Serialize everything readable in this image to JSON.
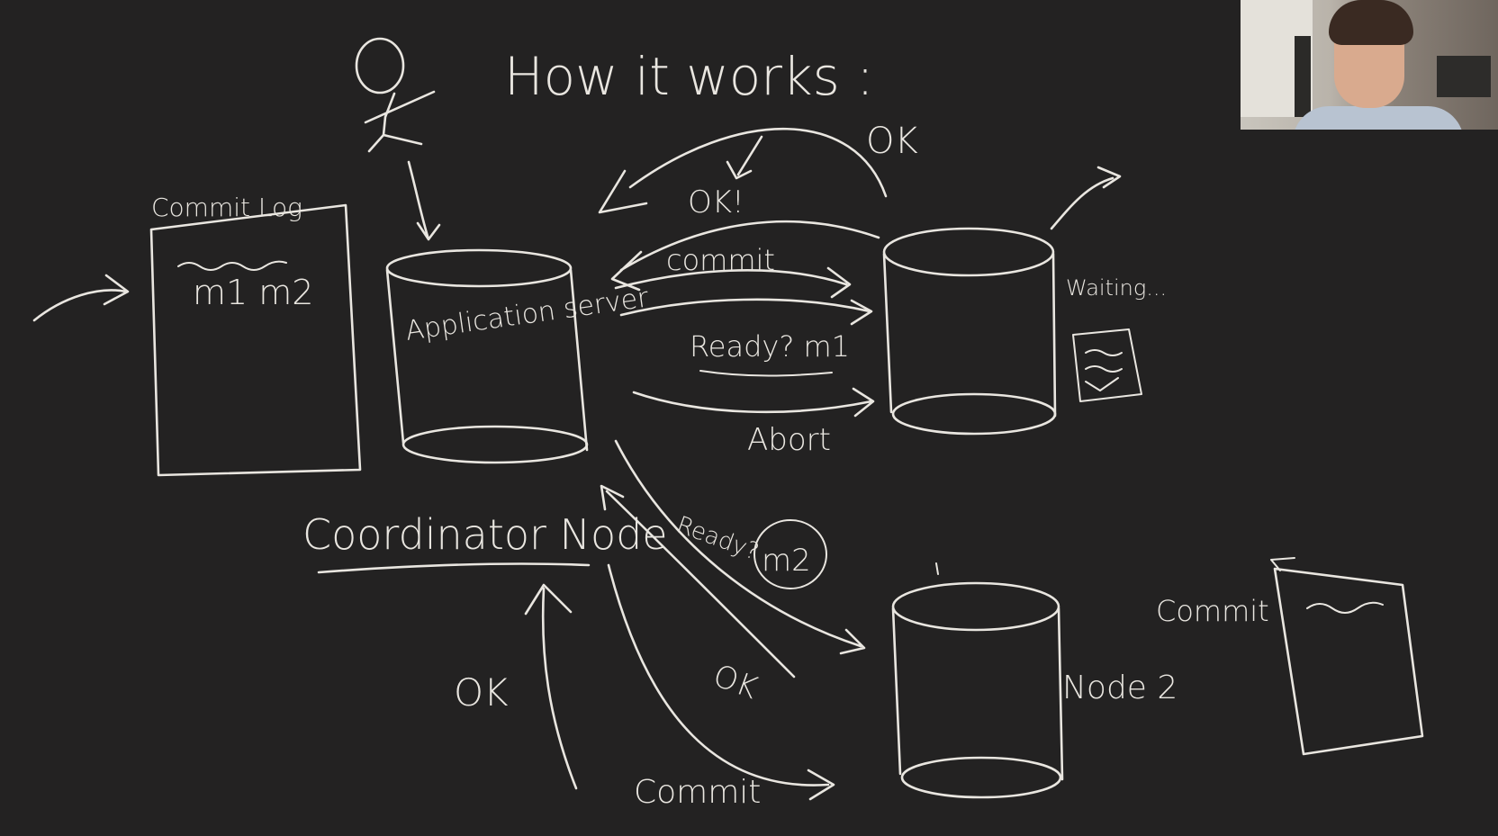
{
  "title": "How it works :",
  "labels": {
    "commit_log": "Commit Log",
    "commit_log_content": "m1 m2",
    "app_server": "Application server",
    "coordinator": "Coordinator Node",
    "msg_ok_top": "OK",
    "msg_ok_mid": "OK!",
    "msg_commit": "commit",
    "msg_ready_m1": "Ready? m1",
    "msg_abort": "Abort",
    "waiting": "Waiting...",
    "msg_ready_m2": "Ready?",
    "m2": "m2",
    "msg_ok_node2": "OK",
    "ok_bottom": "OK",
    "commit_bottom": "Commit",
    "node2": "Node 2",
    "commit_right": "Commit"
  },
  "webcam": {
    "present": true
  }
}
